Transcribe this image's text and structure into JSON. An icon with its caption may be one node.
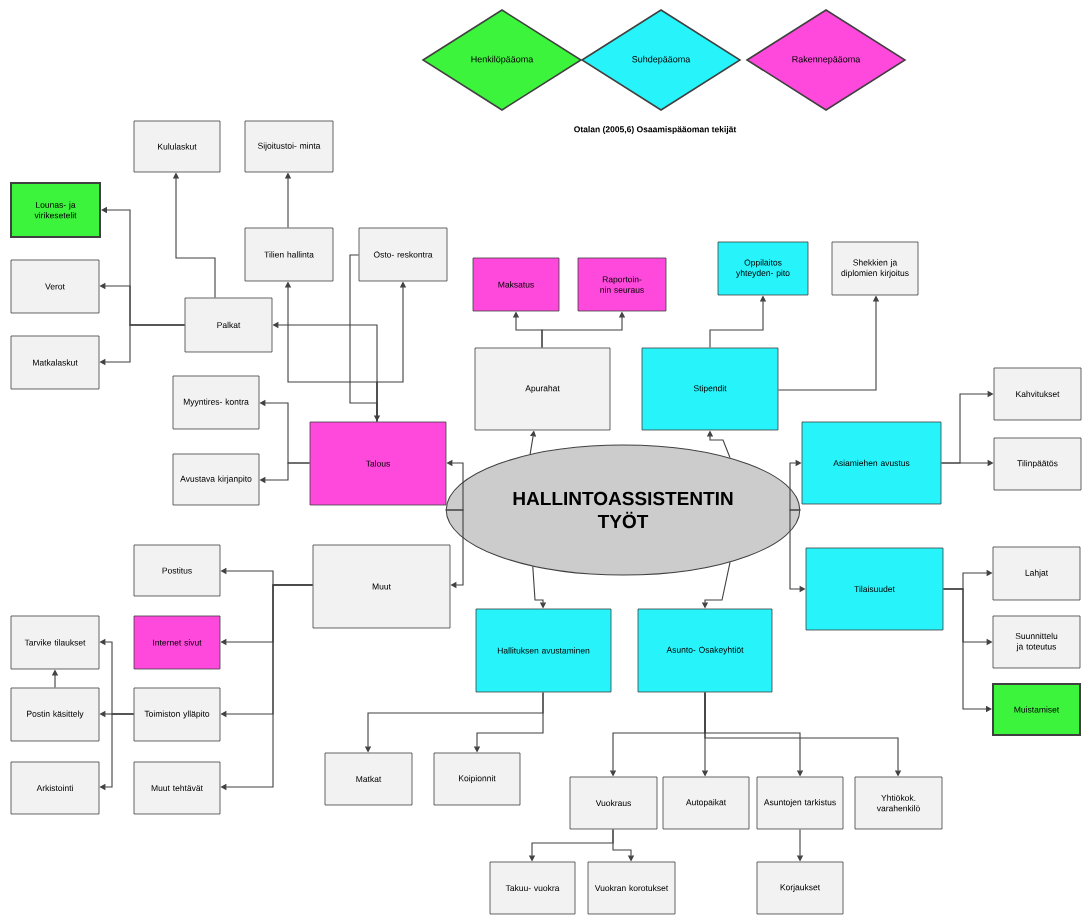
{
  "diagram": {
    "nodes": [
      {
        "text": [
          "HALLINTOASSISTENTIN TYÖT"
        ]
      },
      {
        "text": [
          "Talous"
        ]
      },
      {
        "text": [
          "Muut"
        ]
      },
      {
        "text": [
          "Apurahat"
        ]
      },
      {
        "text": [
          "Stipendit"
        ]
      },
      {
        "text": [
          "Asiamiehen avustus"
        ]
      },
      {
        "text": [
          "Tilaisuudet"
        ]
      },
      {
        "text": [
          "Hallituksen avustaminen"
        ]
      },
      {
        "text": [
          "Asunto- Osakeyhtiöt"
        ]
      },
      {
        "text": [
          "Palkat"
        ]
      },
      {
        "text": [
          "Tilien hallinta"
        ]
      },
      {
        "text": [
          "Osto- reskontra"
        ]
      },
      {
        "text": [
          "Myyntires- kontra"
        ]
      },
      {
        "text": [
          "Avustava kirjanpito"
        ]
      },
      {
        "text": [
          "Kululaskut"
        ]
      },
      {
        "text": [
          "Lounas- ja virikesetelit"
        ]
      },
      {
        "text": [
          "Verot"
        ]
      },
      {
        "text": [
          "Matkalaskut"
        ]
      },
      {
        "text": [
          "Sijoitustoi- minta"
        ]
      },
      {
        "text": [
          "Maksatus"
        ]
      },
      {
        "text": [
          "Raportoin- nin seuraus"
        ]
      },
      {
        "text": [
          "Oppilaitos yhteyden- pito"
        ]
      },
      {
        "text": [
          "Shekkien ja diplomien kirjoitus"
        ]
      },
      {
        "text": [
          "Kahvitukset"
        ]
      },
      {
        "text": [
          "Tilinpäätös"
        ]
      },
      {
        "text": [
          "Postitus"
        ]
      },
      {
        "text": [
          "Internet sivut"
        ]
      },
      {
        "text": [
          "Toimiston ylläpito"
        ]
      },
      {
        "text": [
          "Muut tehtävät"
        ]
      },
      {
        "text": [
          "Tarvike tilaukset"
        ]
      },
      {
        "text": [
          "Postin käsittely"
        ]
      },
      {
        "text": [
          "Arkistointi"
        ]
      },
      {
        "text": [
          "Matkat"
        ]
      },
      {
        "text": [
          "Koipionnit"
        ]
      },
      {
        "text": [
          "Vuokraus"
        ]
      },
      {
        "text": [
          "Autopaikat"
        ]
      },
      {
        "text": [
          "Asuntojen tarkistus"
        ]
      },
      {
        "text": [
          "Yhtiökok. varahenkilö"
        ]
      },
      {
        "text": [
          "Takuu- vuokra"
        ]
      },
      {
        "text": [
          "Vuokran korotukset"
        ]
      },
      {
        "text": [
          "Korjaukset"
        ]
      },
      {
        "text": [
          "Lahjat"
        ]
      },
      {
        "text": [
          "Suunnittelu ja toteutus"
        ]
      },
      {
        "text": [
          "Muistamiset"
        ]
      }
    ],
    "edges": [
      {
        "from": 0,
        "to": 1,
        "arrow": "to"
      },
      {
        "from": 0,
        "to": 2,
        "arrow": "to"
      },
      {
        "from": 0,
        "to": 3,
        "arrow": "to"
      },
      {
        "from": 0,
        "to": 4,
        "arrow": "to"
      },
      {
        "from": 0,
        "to": 5,
        "arrow": "to"
      },
      {
        "from": 0,
        "to": 6,
        "arrow": "to"
      },
      {
        "from": 0,
        "to": 7,
        "arrow": "to"
      },
      {
        "from": 0,
        "to": 8,
        "arrow": "to"
      },
      {
        "from": 1,
        "to": 9,
        "arrow": "to"
      },
      {
        "from": 1,
        "to": 10,
        "arrow": "to"
      },
      {
        "from": 1,
        "to": 11,
        "arrow": "to"
      },
      {
        "from": 11,
        "to": 1,
        "arrow": "to"
      },
      {
        "from": 1,
        "to": 12,
        "arrow": "to"
      },
      {
        "from": 1,
        "to": 13,
        "arrow": "to"
      },
      {
        "from": 9,
        "to": 14,
        "arrow": "to"
      },
      {
        "from": 9,
        "to": 15,
        "arrow": "to"
      },
      {
        "from": 9,
        "to": 16,
        "arrow": "to"
      },
      {
        "from": 9,
        "to": 17,
        "arrow": "to"
      },
      {
        "from": 10,
        "to": 18,
        "arrow": "to"
      },
      {
        "from": 3,
        "to": 19,
        "arrow": "to"
      },
      {
        "from": 3,
        "to": 20,
        "arrow": "to"
      },
      {
        "from": 4,
        "to": 21,
        "arrow": "to"
      },
      {
        "from": 4,
        "to": 22,
        "arrow": "to"
      },
      {
        "from": 5,
        "to": 23,
        "arrow": "to"
      },
      {
        "from": 5,
        "to": 24,
        "arrow": "to"
      },
      {
        "from": 6,
        "to": 41,
        "arrow": "to"
      },
      {
        "from": 6,
        "to": 42,
        "arrow": "to"
      },
      {
        "from": 6,
        "to": 43,
        "arrow": "to"
      },
      {
        "from": 2,
        "to": 25,
        "arrow": "to"
      },
      {
        "from": 2,
        "to": 26,
        "arrow": "to"
      },
      {
        "from": 2,
        "to": 27,
        "arrow": "to"
      },
      {
        "from": 2,
        "to": 28,
        "arrow": "to"
      },
      {
        "from": 27,
        "to": 30,
        "arrow": "to"
      },
      {
        "from": 27,
        "to": 29,
        "arrow": "to"
      },
      {
        "from": 27,
        "to": 31,
        "arrow": "to"
      },
      {
        "from": 30,
        "to": 29,
        "arrow": "to"
      },
      {
        "from": 7,
        "to": 32,
        "arrow": "to"
      },
      {
        "from": 7,
        "to": 33,
        "arrow": "to"
      },
      {
        "from": 8,
        "to": 34,
        "arrow": "to"
      },
      {
        "from": 8,
        "to": 35,
        "arrow": "to"
      },
      {
        "from": 8,
        "to": 36,
        "arrow": "to"
      },
      {
        "from": 8,
        "to": 37,
        "arrow": "to"
      },
      {
        "from": 34,
        "to": 38,
        "arrow": "to"
      },
      {
        "from": 34,
        "to": 39,
        "arrow": "to"
      },
      {
        "from": 36,
        "to": 40,
        "arrow": "to"
      }
    ],
    "labels": [
      "Otalan (2005,6) Osaamispääoman tekijät"
    ],
    "legend": [
      {
        "text": "Henkilöpääoma",
        "color": "#3cf43c"
      },
      {
        "text": "Suhdepääoma",
        "color": "#26f4fa"
      },
      {
        "text": "Rakennepääoma",
        "color": "#ff48dc"
      }
    ]
  }
}
